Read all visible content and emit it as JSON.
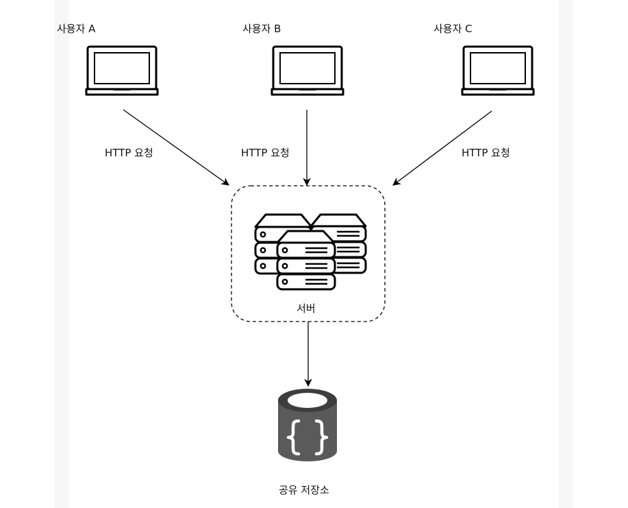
{
  "users": [
    {
      "label": "사용자 A"
    },
    {
      "label": "사용자 B"
    },
    {
      "label": "사용자 C"
    }
  ],
  "edges": [
    {
      "label": "HTTP 요청"
    },
    {
      "label": "HTTP 요청"
    },
    {
      "label": "HTTP 요청"
    }
  ],
  "server": {
    "label": "서버"
  },
  "storage": {
    "label": "공유 저장소"
  },
  "colors": {
    "stroke": "#000000",
    "db_body": "#5a5a5a",
    "db_top": "#3d3d3d",
    "db_label": "#ffffff"
  }
}
